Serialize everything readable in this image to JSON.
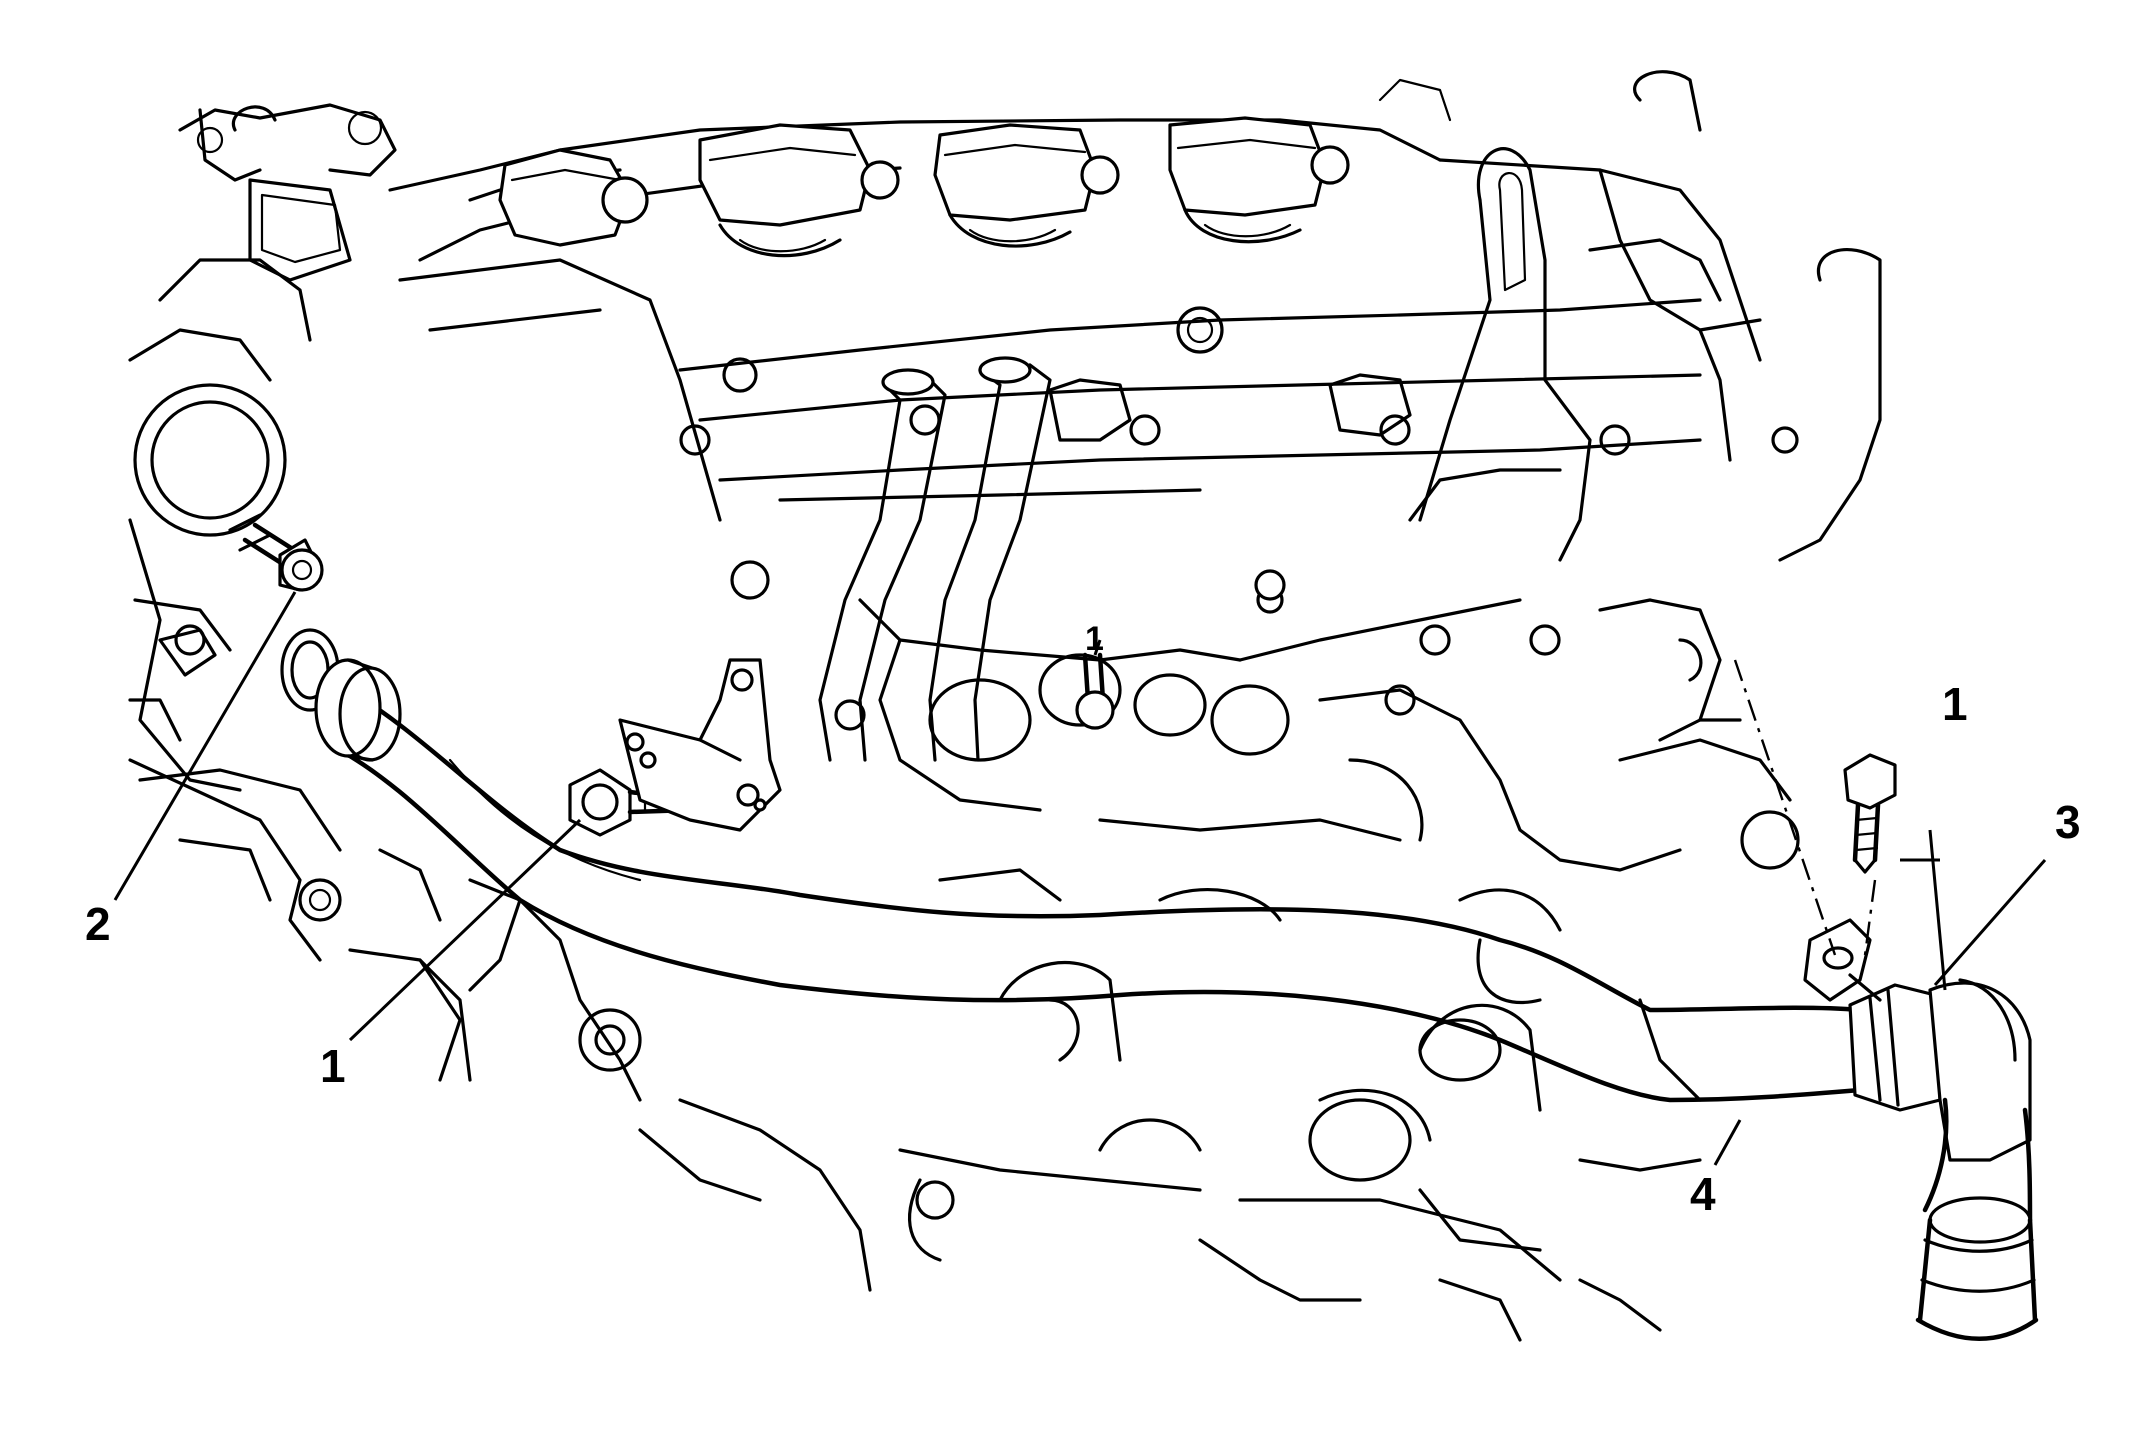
{
  "callouts": {
    "c1_top_right": "1",
    "c3": "3",
    "c4": "4",
    "c1_left": "1",
    "c2": "2",
    "c1_center": "1"
  }
}
